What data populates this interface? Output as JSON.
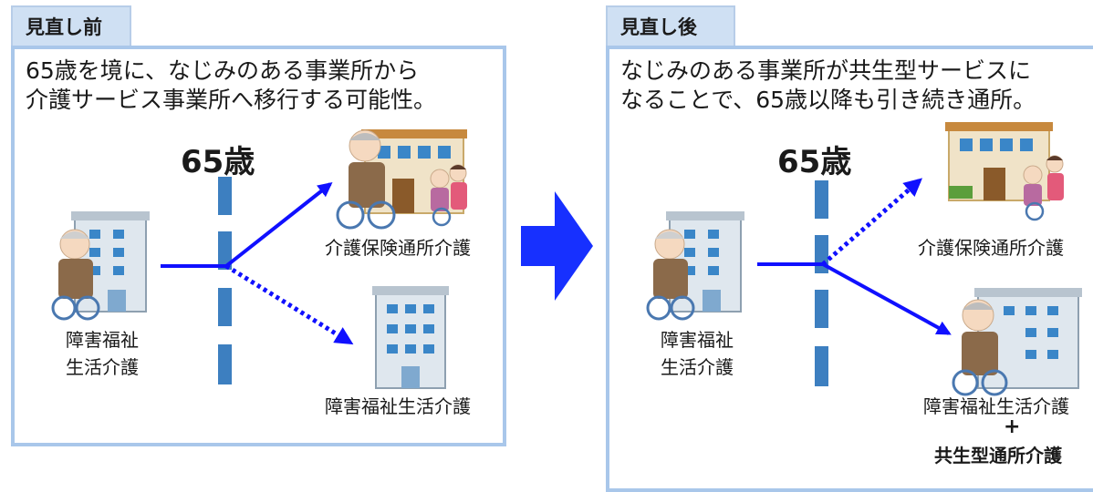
{
  "before": {
    "tab": "見直し前",
    "desc_line1": "65歳を境に、なじみのある事業所から",
    "desc_line2": "介護サービス事業所へ移行する可能性。",
    "age": "65歳",
    "origin_line1": "障害福祉",
    "origin_line2": "生活介護",
    "upper_dest": "介護保険通所介護",
    "lower_dest": "障害福祉生活介護"
  },
  "after": {
    "tab": "見直し後",
    "desc_line1": "なじみのある事業所が共生型サービスに",
    "desc_line2": "なることで、65歳以降も引き続き通所。",
    "age": "65歳",
    "origin_line1": "障害福祉",
    "origin_line2": "生活介護",
    "upper_dest": "介護保険通所介護",
    "lower_dest": "障害福祉生活介護",
    "plus": "+",
    "shared_service": "共生型通所介護"
  },
  "colors": {
    "arrow": "#1010ff",
    "divider": "#3d7fc0",
    "frame": "#a9c7ea",
    "tab": "#cfe0f3",
    "big_arrow": "#1730ff"
  }
}
